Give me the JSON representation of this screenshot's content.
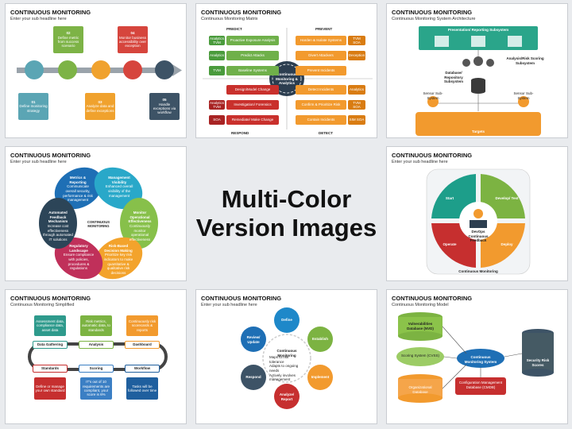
{
  "center": {
    "line1": "Multi-Color",
    "line2": "Version Images"
  },
  "slides": [
    {
      "title": "CONTINUOUS MONITORING",
      "sub": "Enter your sub headline here",
      "steps": [
        {
          "num": "01",
          "text": "Define monitoring strategy",
          "color": "#5ba5b4"
        },
        {
          "num": "02",
          "text": "Define metric from success scenario",
          "color": "#7db346"
        },
        {
          "num": "03",
          "text": "Analyze data and define exceptions",
          "color": "#f0a22e"
        },
        {
          "num": "04",
          "text": "Monitor business accessibility over exception",
          "color": "#d6453d"
        },
        {
          "num": "05",
          "text": "Handle exceptions via workflow",
          "color": "#3d5366"
        }
      ]
    },
    {
      "title": "CONTINUOUS MONITORING",
      "sub": "Continuous Monitoring Matrix",
      "predict": "PREDICT",
      "prevent": "PREVENT",
      "respond": "RESPOND",
      "detect": "DETECT",
      "hub": "Continuous Monitoring & Analytics",
      "left_items": [
        {
          "tag": "Analytics TVM",
          "text": "Proactive Exposure Analysis"
        },
        {
          "tag": "Analytics",
          "text": "Predict Attacks"
        },
        {
          "tag": "TVM",
          "text": "Baseline Systems"
        },
        {
          "tag": "",
          "text": "Design/Model Change"
        },
        {
          "tag": "Analytics TVM",
          "text": "Investigation/ Forensics"
        },
        {
          "tag": "SOA",
          "text": "Remediate/ Make Change"
        }
      ],
      "right_items": [
        {
          "tag": "TVM SOA",
          "text": "Harden & Isolate Systems"
        },
        {
          "tag": "Deception",
          "text": "Divert Attackers"
        },
        {
          "tag": "",
          "text": "Prevent Incidents"
        },
        {
          "tag": "Analytics",
          "text": "Detect Incidents"
        },
        {
          "tag": "TVM SOA",
          "text": "Confirm & Prioritize Risk"
        },
        {
          "tag": "SIM SOA",
          "text": "Contain Incidents"
        }
      ]
    },
    {
      "title": "CONTINUOUS MONITORING",
      "sub": "Continuous Monitoring System Architecture",
      "presentation": "Presentation/ Reporting Subsystem",
      "analysis": "Analysis/Risk Scoring Subsystem",
      "database": "Database/ Repository Subsystem",
      "sensor1": "Sensor Sub-System",
      "sensor2": "Sensor Sub-System",
      "targets": "Targets"
    },
    {
      "title": "CONTINUOUS MONITORING",
      "sub": "Enter your sub headline here",
      "hub": "CONTINUOUS MONITORING",
      "petals": [
        {
          "title": "Metrics & Reporting",
          "text": "Communicate overall security, performance & risk management",
          "color": "#1e6fb5"
        },
        {
          "title": "Management Visibility",
          "text": "Enhanced overall visibility of the management",
          "color": "#29a8c9"
        },
        {
          "title": "Monitor Operational Effectiveness",
          "text": "Continuously monitor operational effectiveness",
          "color": "#87c04a"
        },
        {
          "title": "Risk-Based Decision Making",
          "text": "Prioritize key risk indicators to make quantitative & qualitative risk decisions",
          "color": "#f3a32c"
        },
        {
          "title": "Regulatory Landscape",
          "text": "Ensure compliance with policies, procedures & regulations",
          "color": "#c0305a"
        },
        {
          "title": "Automated Feedback Mechanism",
          "text": "Increase cost effectiveness through automated IT solutions",
          "color": "#2c4558"
        }
      ]
    },
    {
      "title": "CONTINUOUS MONITORING",
      "sub": "Enter your sub headline here",
      "q": [
        {
          "label": "Start",
          "color": "#1d9e8a"
        },
        {
          "label": "Develop/ Test",
          "color": "#7cb342"
        },
        {
          "label": "Operate",
          "color": "#c62f2f"
        },
        {
          "label": "Deploy",
          "color": "#f29a2e"
        }
      ],
      "hub": "DevOps Continuous Feedback",
      "footer": "Continuous Monitoring"
    },
    {
      "title": "CONTINUOUS MONITORING",
      "sub": "Continuous Monitoring Simplified",
      "top": [
        {
          "label": "Data Gathering",
          "note": "Assessment data, compliance data, asset data",
          "color": "#2e9a8c"
        },
        {
          "label": "Analysis",
          "note": "Risk metrics, automatic data, to standards",
          "color": "#7cb342"
        },
        {
          "label": "Dashboard",
          "note": "Continuously risk scorecards & reports",
          "color": "#f29a2e"
        }
      ],
      "bottom": [
        {
          "label": "Standards",
          "note": "Define or manage your own standard",
          "color": "#c62f2f"
        },
        {
          "label": "Scoring",
          "note": "IT's out of 10 requirements are compliant, your score is 6%",
          "color": "#3b7fc4"
        },
        {
          "label": "Workflow",
          "note": "Tasks will be followed over time",
          "color": "#1f5f9e"
        }
      ]
    },
    {
      "title": "CONTINUOUS MONITORING",
      "sub": "Enter your sub headline here",
      "hub_title": "Continuous Monitoring",
      "hub_points": [
        "Maps to risk tolerance",
        "Adapts to ongoing needs",
        "Actively involves management"
      ],
      "petals": [
        {
          "label": "Define",
          "color": "#1e88c9"
        },
        {
          "label": "Establish",
          "color": "#7cb342"
        },
        {
          "label": "Implement",
          "color": "#f29a2e"
        },
        {
          "label": "Analyze/ Report",
          "color": "#c62f2f"
        },
        {
          "label": "Respond",
          "color": "#3d5366"
        },
        {
          "label": "Review/ Update",
          "color": "#1e6fb5"
        }
      ]
    },
    {
      "title": "CONTINUOUS MONITORING",
      "sub": "Continuous Monitoring Model",
      "vuln": "Vulnerabilities Database (NVD)",
      "scoring": "Scoring System (CVSS)",
      "org": "Organizational Database",
      "cms": "Continuous Monitoring System",
      "cmdb": "Configuration Management Database (CMDB)",
      "scores": "Security Risk Scores"
    }
  ]
}
